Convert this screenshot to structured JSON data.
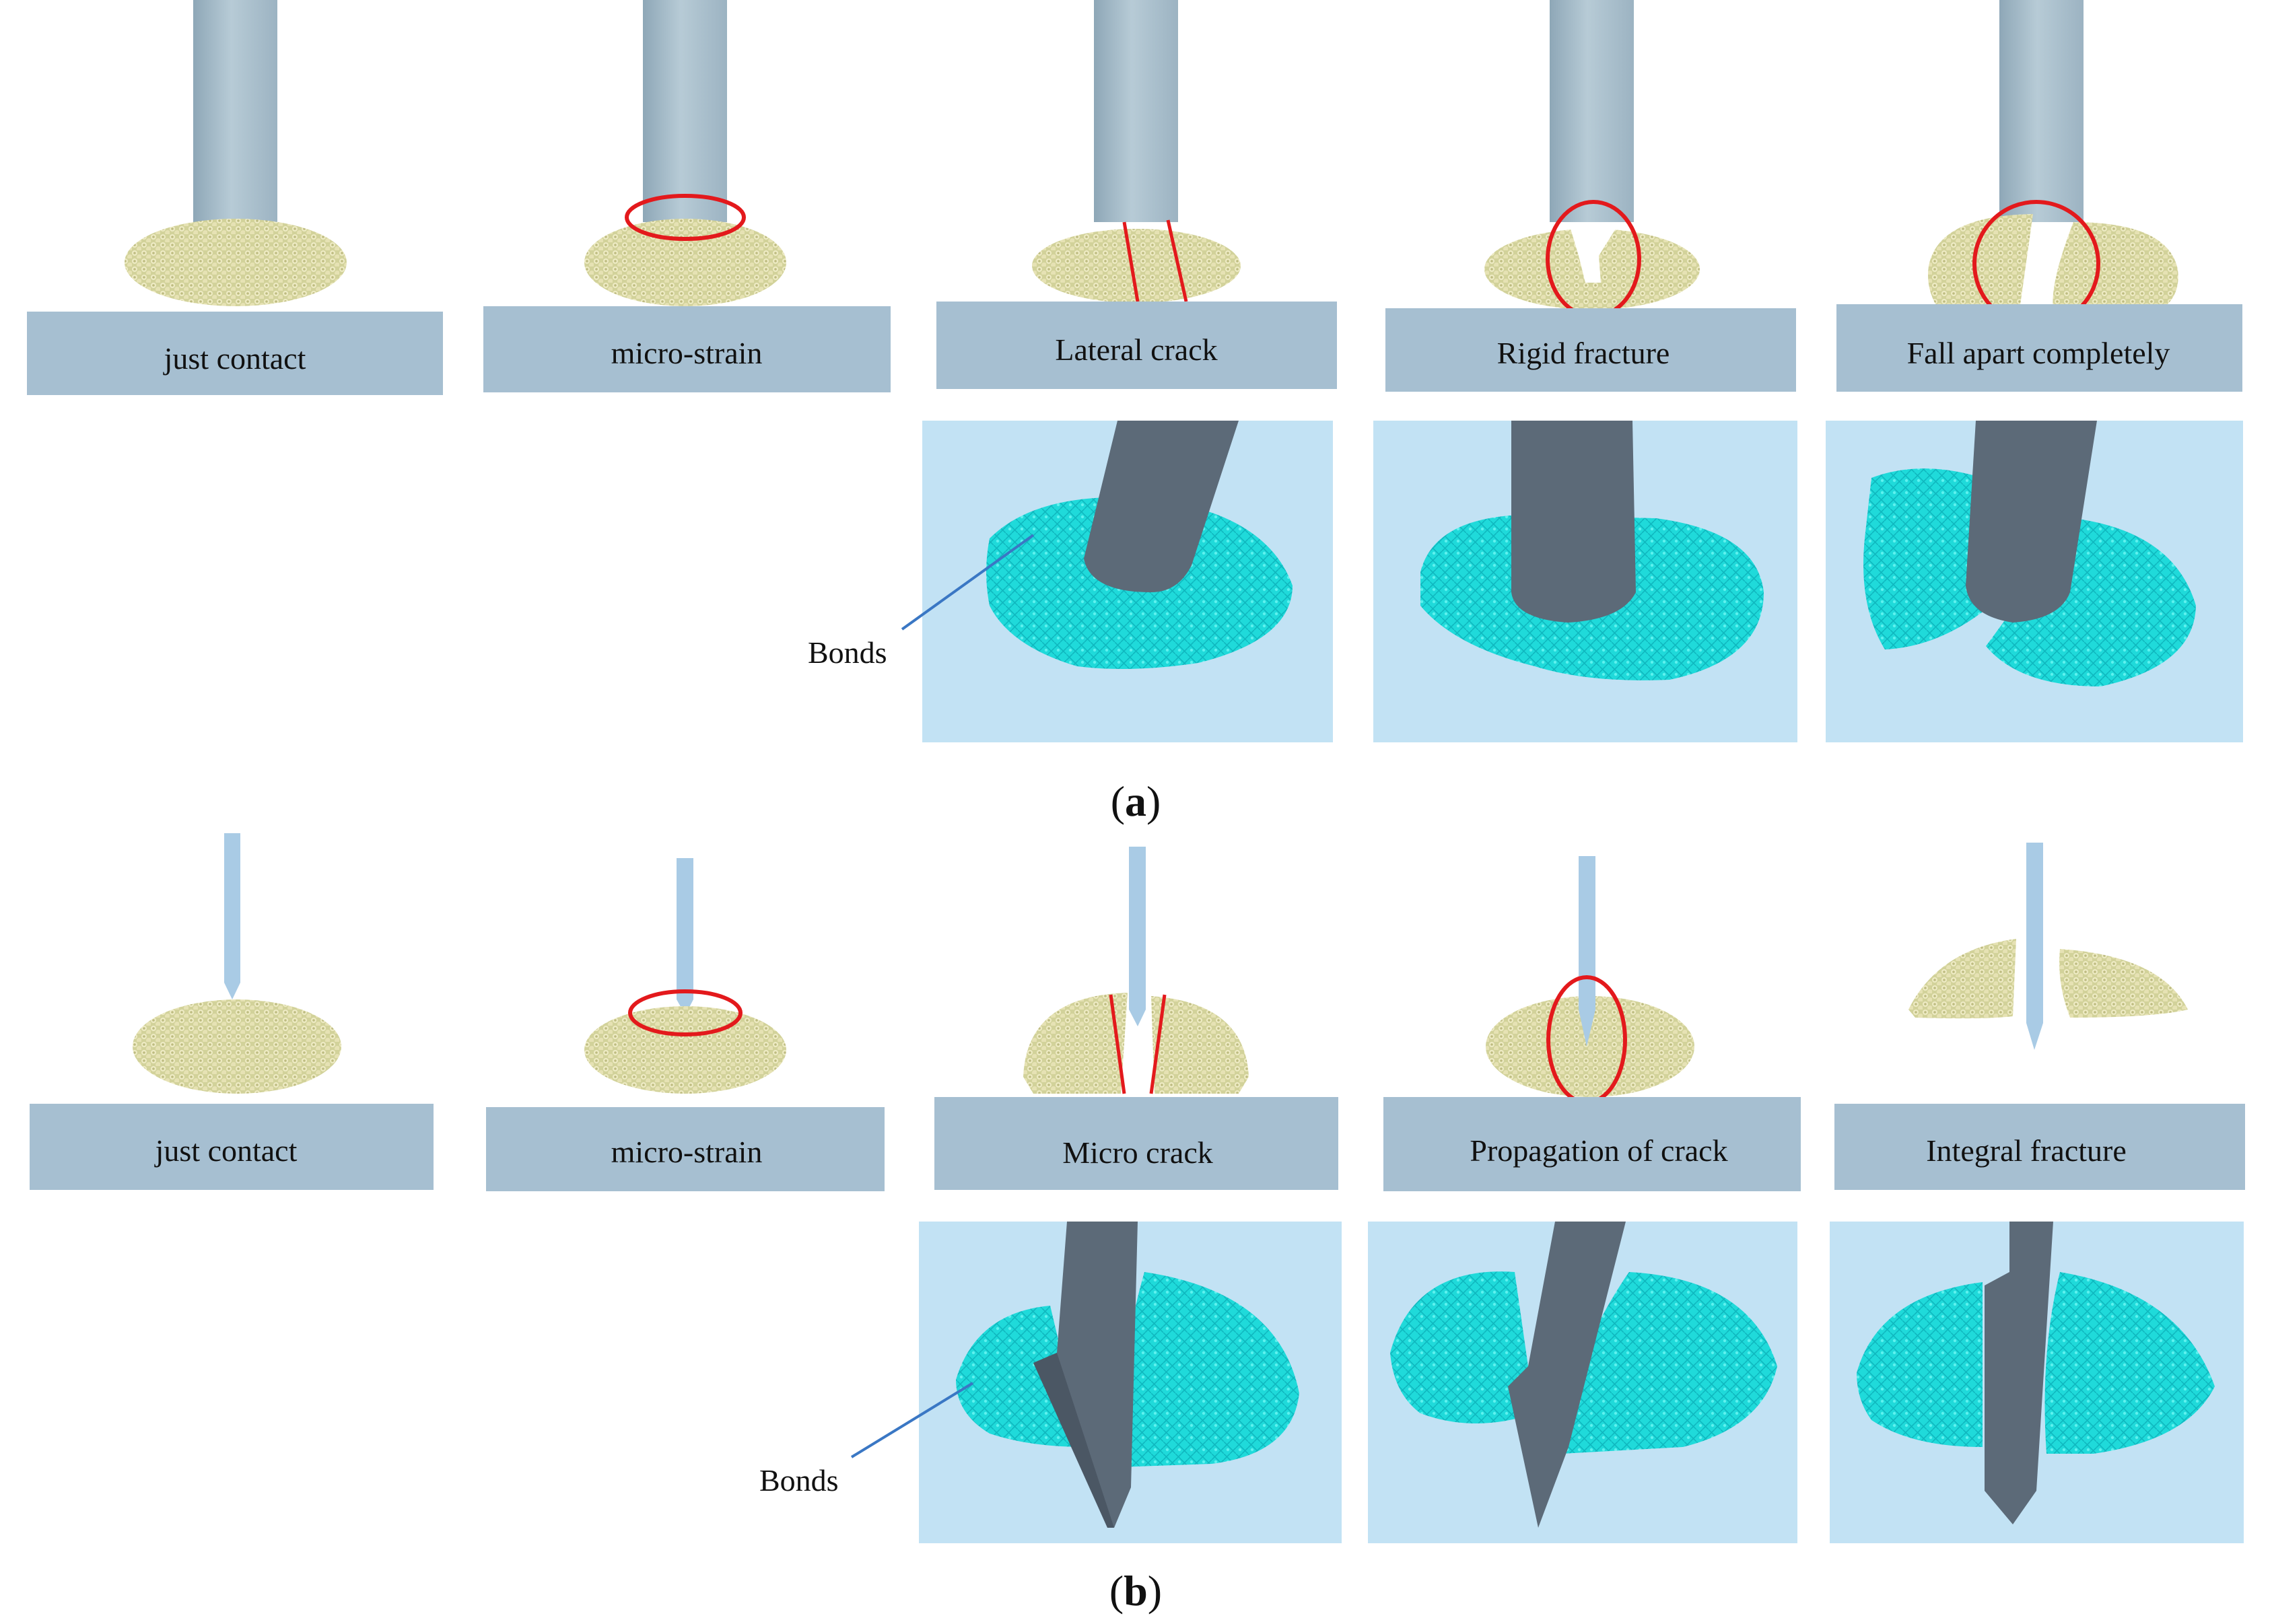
{
  "panels": [
    {
      "caption_letter": "a",
      "tool": "flat",
      "stages": [
        {
          "label": "just contact"
        },
        {
          "label": "micro-strain"
        },
        {
          "label": "Lateral crack"
        },
        {
          "label": "Rigid fracture"
        },
        {
          "label": "Fall apart completely"
        }
      ],
      "bonds_label": "Bonds"
    },
    {
      "caption_letter": "b",
      "tool": "wedge",
      "stages": [
        {
          "label": "just contact"
        },
        {
          "label": "micro-strain"
        },
        {
          "label": "Micro crack"
        },
        {
          "label": "Propagation of crack"
        },
        {
          "label": "Integral fracture"
        }
      ],
      "bonds_label": "Bonds"
    }
  ],
  "colors": {
    "rod": "#a9bfcc",
    "label_bar": "#a6bfd1",
    "particle_body": "#d5d49c",
    "particle_dot": "#f2efcc",
    "bond_bg": "#c2e2f4",
    "bond_cyan": "#1de0e0",
    "dark_tool": "#5c6a78",
    "highlight": "#e3191c",
    "pointer_line": "#3a77c4"
  }
}
